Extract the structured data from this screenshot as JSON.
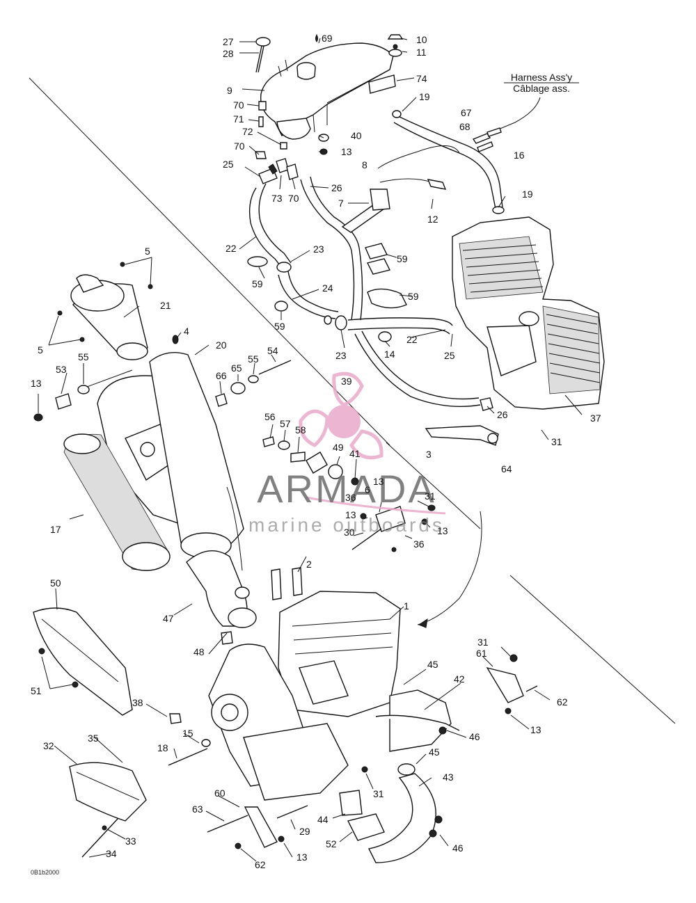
{
  "diagram": {
    "harness_label_line1": "Harness Ass'y",
    "harness_label_line2": "Câblage ass.",
    "drawing_code": "0B1b2000",
    "watermark": {
      "title": "ARMADA",
      "subtitle": "marine outboards",
      "colors": {
        "logo": "#e9a9c9",
        "text": "#6a6a6a"
      }
    },
    "callouts": [
      {
        "id": "c27",
        "text": "27"
      },
      {
        "id": "c28",
        "text": "28"
      },
      {
        "id": "c69",
        "text": "69"
      },
      {
        "id": "c10",
        "text": "10"
      },
      {
        "id": "c11",
        "text": "11"
      },
      {
        "id": "c9",
        "text": "9"
      },
      {
        "id": "c74",
        "text": "74"
      },
      {
        "id": "c19a",
        "text": "19"
      },
      {
        "id": "c70a",
        "text": "70"
      },
      {
        "id": "c71",
        "text": "71"
      },
      {
        "id": "c72",
        "text": "72"
      },
      {
        "id": "c40",
        "text": "40"
      },
      {
        "id": "c13a",
        "text": "13"
      },
      {
        "id": "c70b",
        "text": "70"
      },
      {
        "id": "c67",
        "text": "67"
      },
      {
        "id": "c68",
        "text": "68"
      },
      {
        "id": "c16",
        "text": "16"
      },
      {
        "id": "c8",
        "text": "8"
      },
      {
        "id": "c25a",
        "text": "25"
      },
      {
        "id": "c73",
        "text": "73"
      },
      {
        "id": "c70c",
        "text": "70"
      },
      {
        "id": "c26a",
        "text": "26"
      },
      {
        "id": "c19b",
        "text": "19"
      },
      {
        "id": "c7",
        "text": "7"
      },
      {
        "id": "c12",
        "text": "12"
      },
      {
        "id": "c22a",
        "text": "22"
      },
      {
        "id": "c23a",
        "text": "23"
      },
      {
        "id": "c59a",
        "text": "59"
      },
      {
        "id": "c59b",
        "text": "59"
      },
      {
        "id": "c59c",
        "text": "59"
      },
      {
        "id": "c24",
        "text": "24"
      },
      {
        "id": "c59d",
        "text": "59"
      },
      {
        "id": "c5a",
        "text": "5"
      },
      {
        "id": "c21",
        "text": "21"
      },
      {
        "id": "c5b",
        "text": "5"
      },
      {
        "id": "c4",
        "text": "4"
      },
      {
        "id": "c20",
        "text": "20"
      },
      {
        "id": "c54",
        "text": "54"
      },
      {
        "id": "c23b",
        "text": "23"
      },
      {
        "id": "c14",
        "text": "14"
      },
      {
        "id": "c22b",
        "text": "22"
      },
      {
        "id": "c25b",
        "text": "25"
      },
      {
        "id": "c53",
        "text": "53"
      },
      {
        "id": "c55a",
        "text": "55"
      },
      {
        "id": "c66",
        "text": "66"
      },
      {
        "id": "c65",
        "text": "65"
      },
      {
        "id": "c55b",
        "text": "55"
      },
      {
        "id": "c13b",
        "text": "13"
      },
      {
        "id": "c39",
        "text": "39"
      },
      {
        "id": "c26b",
        "text": "26"
      },
      {
        "id": "c37",
        "text": "37"
      },
      {
        "id": "c31a",
        "text": "31"
      },
      {
        "id": "c56",
        "text": "56"
      },
      {
        "id": "c57",
        "text": "57"
      },
      {
        "id": "c58",
        "text": "58"
      },
      {
        "id": "c3",
        "text": "3"
      },
      {
        "id": "c64",
        "text": "64"
      },
      {
        "id": "c49",
        "text": "49"
      },
      {
        "id": "c41",
        "text": "41"
      },
      {
        "id": "c13c",
        "text": "13"
      },
      {
        "id": "c17",
        "text": "17"
      },
      {
        "id": "c36a",
        "text": "36"
      },
      {
        "id": "c6",
        "text": "6"
      },
      {
        "id": "c31b",
        "text": "31"
      },
      {
        "id": "c13d",
        "text": "13"
      },
      {
        "id": "c13e",
        "text": "13"
      },
      {
        "id": "c30",
        "text": "30"
      },
      {
        "id": "c36b",
        "text": "36"
      },
      {
        "id": "c2",
        "text": "2"
      },
      {
        "id": "c50",
        "text": "50"
      },
      {
        "id": "c47",
        "text": "47"
      },
      {
        "id": "c1",
        "text": "1"
      },
      {
        "id": "c48",
        "text": "48"
      },
      {
        "id": "c31c",
        "text": "31"
      },
      {
        "id": "c61",
        "text": "61"
      },
      {
        "id": "c45a",
        "text": "45"
      },
      {
        "id": "c42",
        "text": "42"
      },
      {
        "id": "c62a",
        "text": "62"
      },
      {
        "id": "c51",
        "text": "51"
      },
      {
        "id": "c38",
        "text": "38"
      },
      {
        "id": "c46a",
        "text": "46"
      },
      {
        "id": "c13f",
        "text": "13"
      },
      {
        "id": "c35",
        "text": "35"
      },
      {
        "id": "c15",
        "text": "15"
      },
      {
        "id": "c32",
        "text": "32"
      },
      {
        "id": "c18",
        "text": "18"
      },
      {
        "id": "c45b",
        "text": "45"
      },
      {
        "id": "c43",
        "text": "43"
      },
      {
        "id": "c31d",
        "text": "31"
      },
      {
        "id": "c60",
        "text": "60"
      },
      {
        "id": "c63",
        "text": "63"
      },
      {
        "id": "c44",
        "text": "44"
      },
      {
        "id": "c29",
        "text": "29"
      },
      {
        "id": "c33",
        "text": "33"
      },
      {
        "id": "c52",
        "text": "52"
      },
      {
        "id": "c46b",
        "text": "46"
      },
      {
        "id": "c34",
        "text": "34"
      },
      {
        "id": "c13g",
        "text": "13"
      },
      {
        "id": "c62b",
        "text": "62"
      }
    ]
  }
}
